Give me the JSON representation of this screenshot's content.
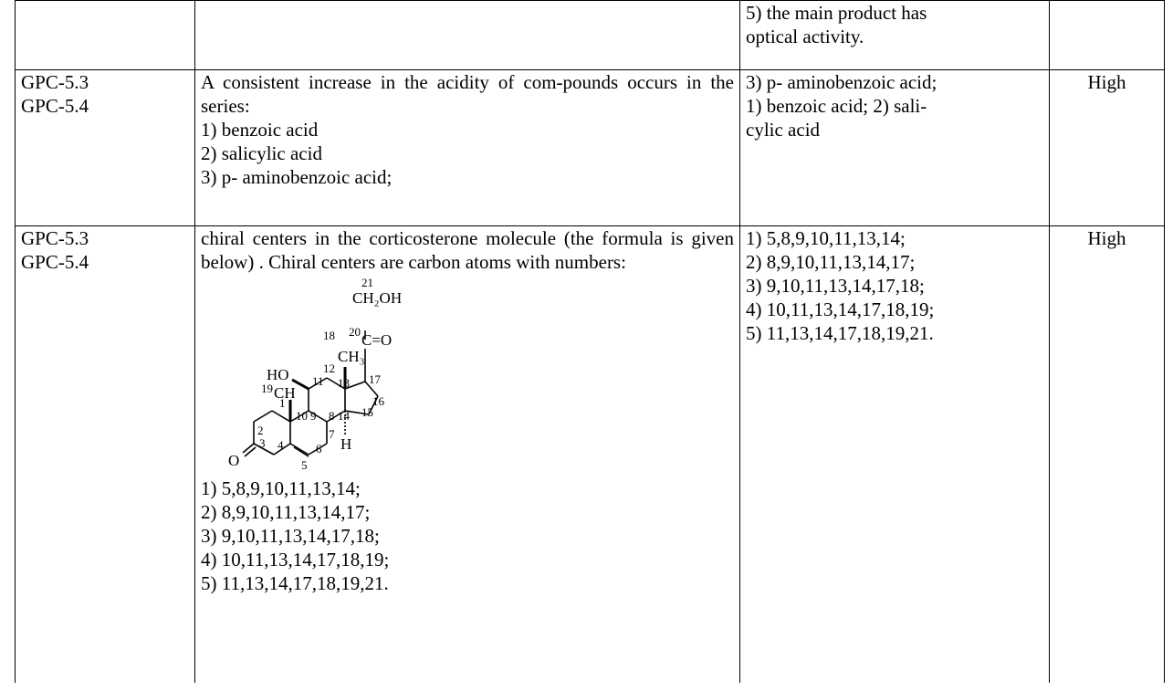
{
  "rows": [
    {
      "code": [
        "",
        ""
      ],
      "question_lines": [],
      "answer_lines": [
        "5) the main product has",
        "optical activity."
      ],
      "level": ""
    },
    {
      "code": [
        "GPC-5.3",
        "GPC-5.4"
      ],
      "question_intro": "A consistent increase in the acidity of com-pounds occurs in the series:",
      "question_lines": [
        "1) benzoic acid",
        "2) salicylic acid",
        "3) p- aminobenzoic acid;"
      ],
      "answer_lines": [
        "3) p- aminobenzoic acid;",
        "1) benzoic acid; 2) sali-",
        "cylic acid"
      ],
      "level": "High"
    },
    {
      "code": [
        "GPC-5.3",
        "GPC-5.4"
      ],
      "question_intro": "chiral centers in the corticosterone molecule (the formula is given below) . Chiral centers are carbon atoms with numbers:",
      "question_lines": [
        "1) 5,8,9,10,11,13,14;",
        "2) 8,9,10,11,13,14,17;",
        "3) 9,10,11,13,14,17,18;",
        "4) 10,11,13,14,17,18,19;",
        "5) 11,13,14,17,18,19,21."
      ],
      "answer_lines": [
        "1) 5,8,9,10,11,13,14;",
        "2) 8,9,10,11,13,14,17;",
        "3) 9,10,11,13,14,17,18;",
        "4) 10,11,13,14,17,18,19;",
        "5) 11,13,14,17,18,19,21."
      ],
      "level": "High"
    }
  ],
  "formula_labels": {
    "n21": "21",
    "ch2oh": "CH₂OH",
    "n20": "20",
    "co": "C=O",
    "n18": "18",
    "ch3": "CH₃",
    "ho": "HO",
    "n19": "19",
    "ch": "CH",
    "n11": "11",
    "n12": "12",
    "n13": "13",
    "n17": "17",
    "n16": "16",
    "n15": "15",
    "n14": "14",
    "n1": "1",
    "n2": "2",
    "n3": "3",
    "n4": "4",
    "n5": "5",
    "n6": "6",
    "n7": "7",
    "n8": "8",
    "n9": "9",
    "n10": "10",
    "h": "H",
    "o": "O"
  }
}
